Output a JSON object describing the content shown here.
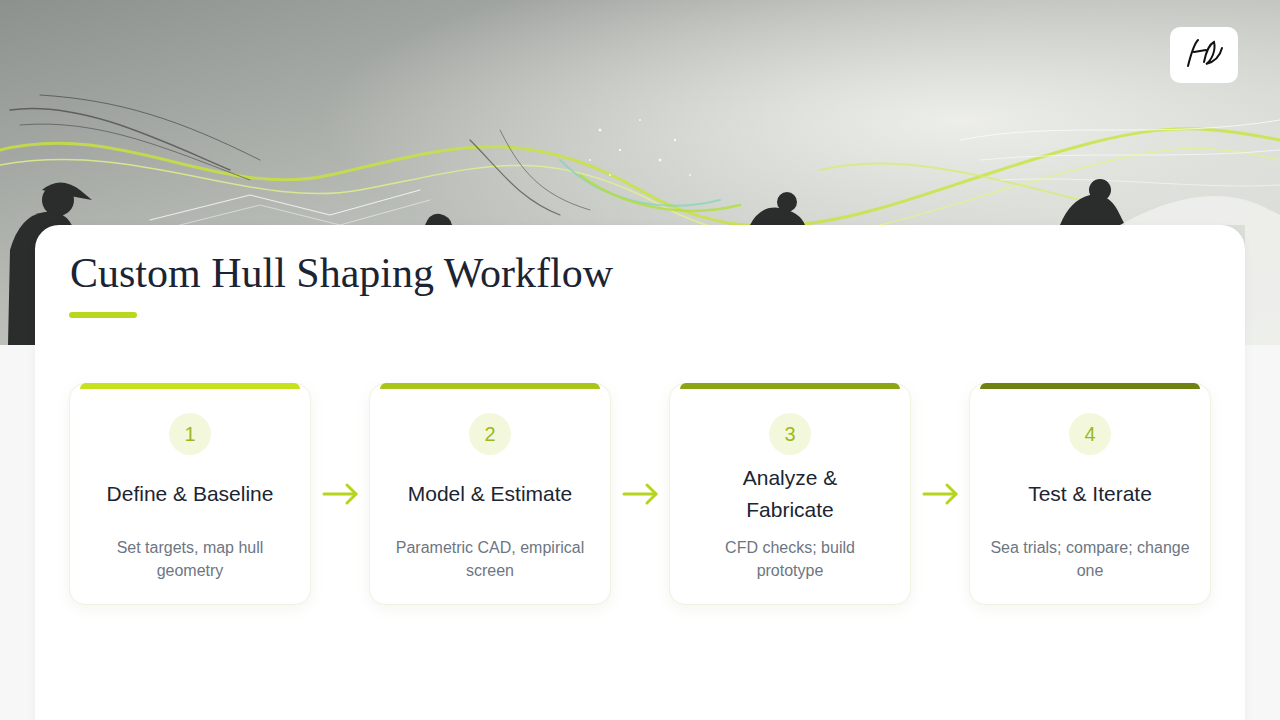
{
  "diagram": {
    "title": "Custom Hull Shaping Workflow",
    "nodes": [
      {
        "text": [
          "Define & Baseline",
          "Set targets, map hull geometry"
        ]
      },
      {
        "text": [
          "1"
        ],
        "in": 0
      },
      {
        "text": [
          "Model & Estimate",
          "Parametric CAD, empirical screen"
        ]
      },
      {
        "text": [
          "2"
        ],
        "in": 2
      },
      {
        "text": [
          "Analyze & Fabricate",
          "CFD checks; build prototype"
        ]
      },
      {
        "text": [
          "3"
        ],
        "in": 4
      },
      {
        "text": [
          "Test & Iterate",
          "Sea trials; compare; change one"
        ]
      },
      {
        "text": [
          "4"
        ],
        "in": 6
      }
    ],
    "edges": [
      {
        "from": 0,
        "to": 2,
        "arrow": "to"
      },
      {
        "from": 2,
        "to": 4,
        "arrow": "to"
      },
      {
        "from": 4,
        "to": 6,
        "arrow": "to"
      }
    ]
  }
}
